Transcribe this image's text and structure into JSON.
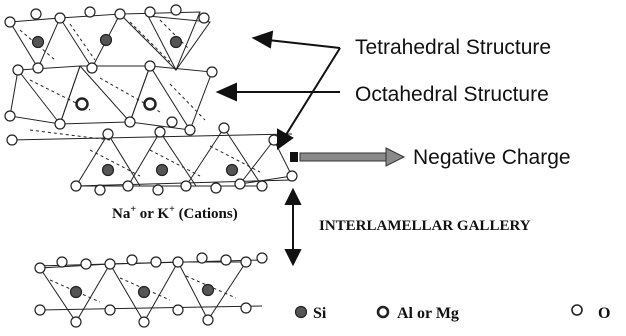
{
  "labels": {
    "tetrahedral": "Tetrahedral Structure",
    "octahedral": "Octahedral Structure",
    "negative_charge": "Negative Charge",
    "cations_pre": "Na",
    "cations_sup1": "+",
    "cations_mid": " or K",
    "cations_sup2": "+",
    "cations_post": " (Cations)",
    "gallery": "INTERLAMELLAR GALLERY"
  },
  "legend": [
    {
      "symbol": "filled-dark-circle",
      "label": "Si"
    },
    {
      "symbol": "ring-circle",
      "label": "Al or Mg"
    },
    {
      "symbol": "open-circle",
      "label": "O"
    }
  ],
  "colors": {
    "line": "#222222",
    "si_fill": "#555555",
    "o_fill": "#ffffff"
  }
}
